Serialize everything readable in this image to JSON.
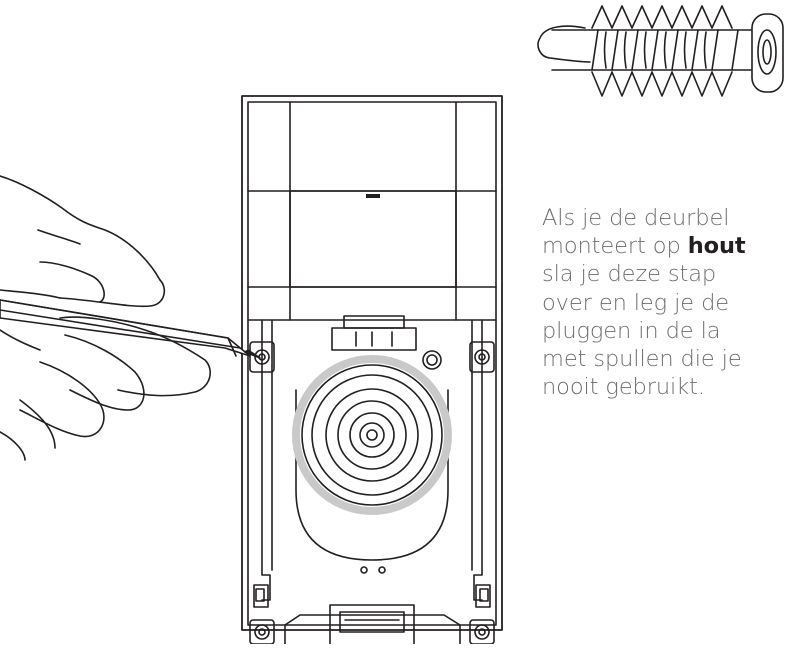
{
  "instruction": {
    "line_1": "Als je de deurbel",
    "line_2_before": "monteert op ",
    "line_2_bold": "hout",
    "line_3": "sla je deze stap",
    "line_4": "over en leg je de",
    "line_5": "pluggen in de la",
    "line_6": "met spullen die je",
    "line_7": "nooit gebruikt."
  },
  "colors": {
    "line_art": "#231f20",
    "text": "#6d6e70",
    "emphasis": "#231f20",
    "lens_ring": "#c9c9c9"
  },
  "illustrations": [
    "wall-plug-icon",
    "doorbell-mounting-plate",
    "hand-with-pencil"
  ]
}
